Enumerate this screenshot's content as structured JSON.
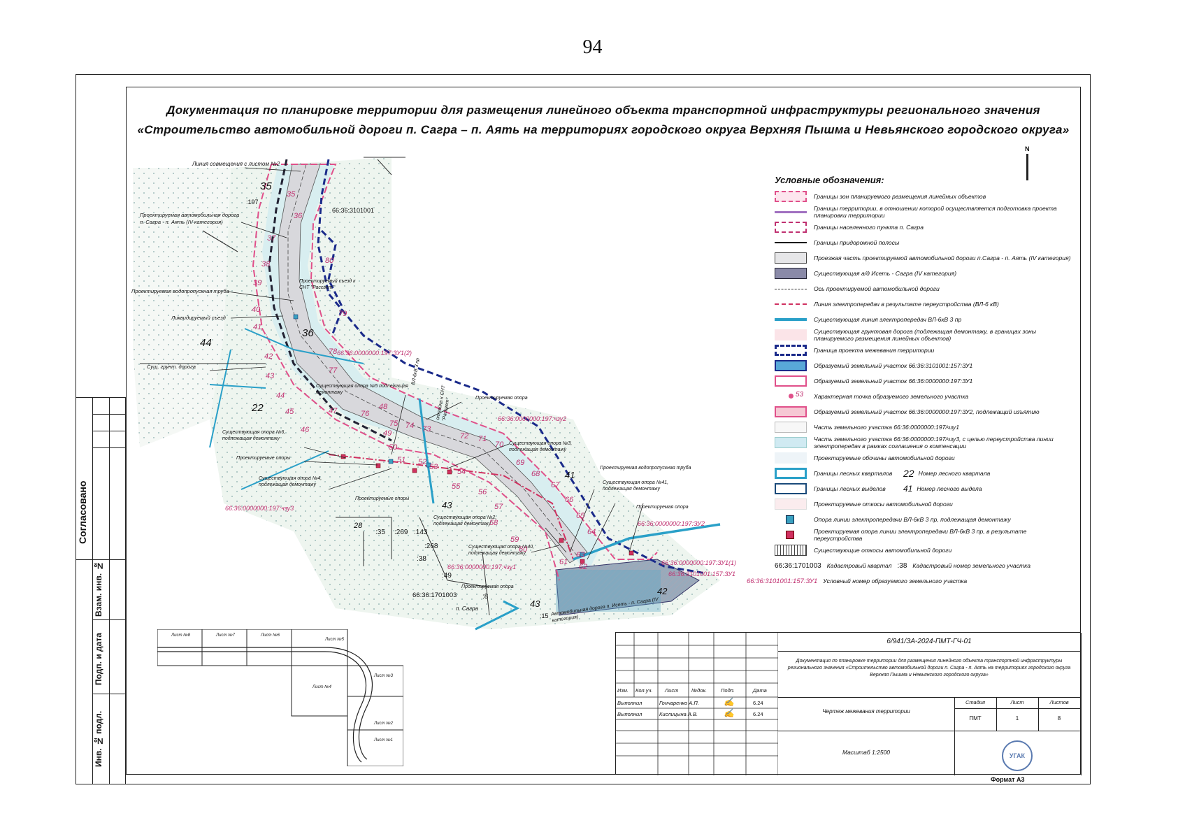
{
  "page_number": "94",
  "title": {
    "line1": "Документация по планировке территории для размещения линейного объекта транспортной инфраструктуры регионального значения",
    "line2": "«Строительство автомобильной дороги п. Сагра – п. Аять на территориях городского округа Верхняя Пышма и Невьянского городского округа»"
  },
  "side_stamp": {
    "agreed": "Согласовано",
    "replace_inv": "Взам. инв. №",
    "sign_date": "Подп. и дата",
    "orig_inv": "Инв. № подл."
  },
  "map": {
    "labels": [
      "Линия совмещения с листом №2",
      "Проектируемая автомобильная дорога п. Сагра - п. Аять (IV категория)",
      "Проектируемая водопропускная труба",
      "Ликвидируемый съезд",
      "Сущ. грунт. дорога",
      "Проектируемый съезд к СНТ \"Рассвет\"",
      "66:36:3101001",
      "66:36:0000000:197:ЗУ1(2)",
      "Существующая опора №5 подлежащая демонтажу",
      "Проектируемая опора",
      "66:36:0000000:197:чзу2",
      "Существующая опора №6, подлежащая демонтажу",
      "Проектируемые опоры",
      "Существующая опора №3, подлежащая демонтажу",
      "Существующая опора №4, подлежащая демонтажу",
      "Проектируемые опоры",
      "66:36:0000000:197:чзу3",
      "Существующая опора №2, подлежащая демонтажу",
      "Существующая опора №40, подлежащая демонтажу",
      "66:36:0000000:197:чзу1",
      "Проектируемая опора",
      "66:36:1701003",
      "п. Сагра",
      "Проектируемая водопропускная труба",
      "Существующая опора №41, подлежащая демонтажу",
      "Проектируемая опора",
      "66:36:0000000:197:ЗУ2",
      "66:36:0000000:197:ЗУ1(1)",
      "66:36:3101001:157:ЗУ1",
      "Автомобильная дорога п. Исеть - п. Сагра (IV категория)",
      "ВЛ-6кВ 3 пр",
      "отпайка к СНТ \"Рассвет\""
    ],
    "quarter_numbers": [
      "35",
      "36",
      "44",
      "22",
      "41",
      "43",
      "42",
      "43",
      "28"
    ],
    "point_numbers": [
      "35",
      "36",
      "37",
      "38",
      "39",
      "40",
      "41",
      "42",
      "43",
      "44",
      "45",
      "46",
      "47",
      "48",
      "49",
      "50",
      "51",
      "52",
      "53",
      "54",
      "55",
      "56",
      "57",
      "58",
      "59",
      "60",
      "61",
      "62",
      "63",
      "64",
      "65",
      "66",
      "67",
      "68",
      "69",
      "70",
      "71",
      "72",
      "73",
      "74",
      "75",
      "76",
      "77",
      "78",
      "79",
      "80"
    ],
    "parcel_numbers": [
      ":197",
      ":35",
      ":269",
      ":143",
      ":268",
      ":38",
      ":49",
      ":8",
      ":15"
    ]
  },
  "legend": {
    "title": "Условные обозначения:",
    "items": [
      "Границы зон планируемого размещения линейных объектов",
      "Границы территории, в отношении которой осуществляется подготовка проекта планировки территории",
      "Границы населенного пункта п. Сагра",
      "Границы придорожной полосы",
      "Проезжая часть проектируемой автомобильной дороги п.Сагра - п. Аять (IV категория)",
      "Существующая а/д Исеть - Сагра (IV категория)",
      "Ось проектируемой автомобильной дороги",
      "Линия электропередач в результате переустройства (ВЛ-6 кВ)",
      "Существующая линия электропередач ВЛ-6кВ 3 пр",
      "Существующая грунтовая дорога (подлежащая демонтажу, в границах зоны планируемого размещения линейных объектов)",
      "Граница проекта межевания территории",
      "Образуемый земельный участок 66:36:3101001:157:ЗУ1",
      "Образуемый земельный участок 66:36:0000000:197:ЗУ1",
      "Характерная точка образуемого земельного участка",
      "Образуемый земельный участок 66:36:0000000:197:ЗУ2, подлежащий изъятию",
      "Часть земельного участка 66:36:0000000:197/чзу1",
      "Часть земельного участка 66:36:0000000:197/чзу3, с целью переустройства линии электропередач в рамках соглашения о компенсации",
      "Проектируемые обочины автомобильной дороги",
      "Границы лесных кварталов",
      "Номер лесного квартала",
      "Границы лесных выделов",
      "Номер лесного выдела",
      "Проектируемые откосы автомобильной дороги",
      "Опора линии электропередачи ВЛ-6кВ 3 пр, подлежащая демонтажу",
      "Проектируемая опора линии электропередачи ВЛ-6кВ 3 пр, в результате переустройства",
      "Существующие откосы автомобильной дороги",
      "Кадастровый квартал",
      "Кадастровый номер земельного участка",
      "Условный номер образуемого земельного участка"
    ],
    "sample_point": "53",
    "sample_quarter": "22",
    "sample_vydel": "41",
    "sample_cadastral_quarter": "66:36:1701003",
    "sample_parcel": ":38",
    "sample_conditional": "66:36:3101001:157:ЗУ1"
  },
  "key_map": {
    "sheets": [
      "Лист №8",
      "Лист №7",
      "Лист №6",
      "Лист №5",
      "Лист №4",
      "Лист №3",
      "Лист №2",
      "Лист №1"
    ]
  },
  "title_block": {
    "code": "6/941/ЗА-2024-ПМТ-ГЧ-01",
    "description": "Документация по планировке территории для размещения линейного объекта транспортной инфраструктуры регионального значения «Строительство автомобильной дороги п. Сагра - п. Аять на территориях городского округа Верхняя Пышма и Невьянского городского округа»",
    "headers": [
      "Изм.",
      "Кол.уч.",
      "Лист",
      "№док.",
      "Подп.",
      "Дата"
    ],
    "rows": [
      {
        "role": "Выполнил",
        "name": "Гончаренко А.П.",
        "date": "6.24"
      },
      {
        "role": "Выполнил",
        "name": "Кислицына А.В.",
        "date": "6.24"
      }
    ],
    "drawing_name": "Чертеж межевания территории",
    "stage_label": "Стадия",
    "sheet_label": "Лист",
    "sheets_label": "Листов",
    "stage": "ПМТ",
    "sheet": "1",
    "sheets": "8",
    "scale": "Масштаб 1:2500",
    "stamp": "УГАК"
  },
  "format": "Формат А3",
  "north": "N"
}
